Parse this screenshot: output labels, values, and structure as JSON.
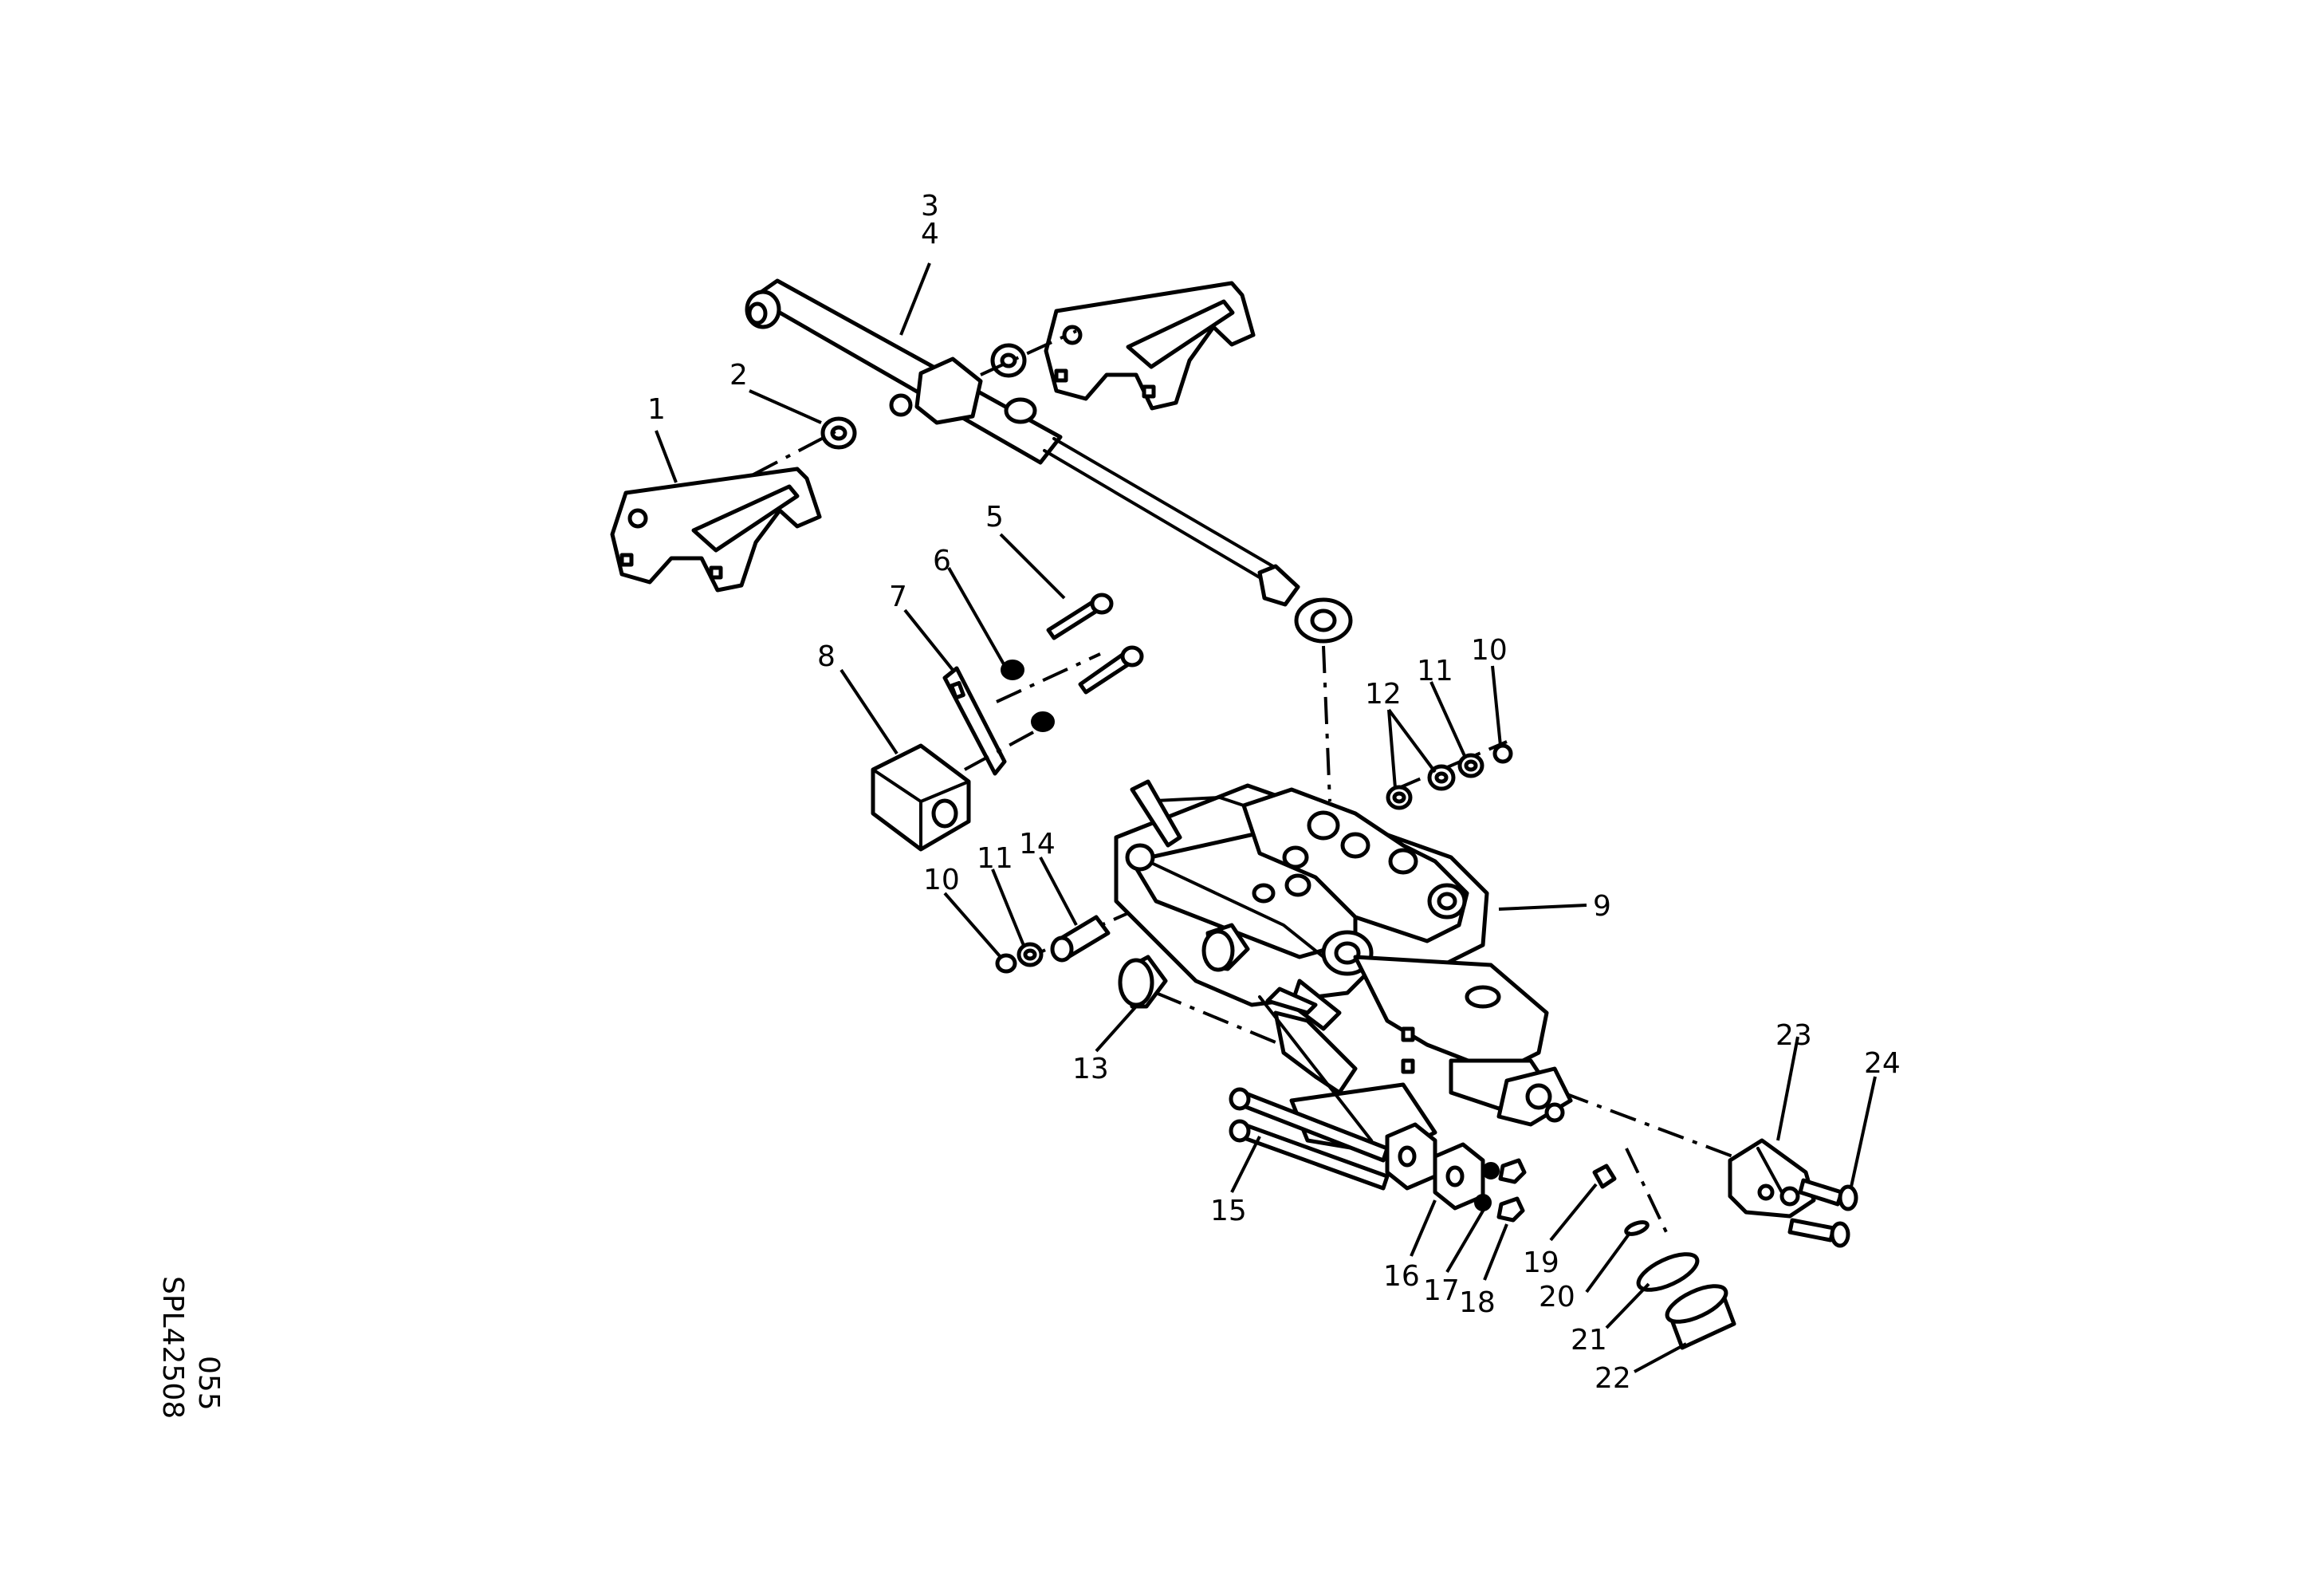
{
  "callouts": [
    {
      "id": "c1",
      "label": "1"
    },
    {
      "id": "c2",
      "label": "2"
    },
    {
      "id": "c3",
      "label": "3"
    },
    {
      "id": "c4",
      "label": "4"
    },
    {
      "id": "c5",
      "label": "5"
    },
    {
      "id": "c6",
      "label": "6"
    },
    {
      "id": "c7",
      "label": "7"
    },
    {
      "id": "c8",
      "label": "8"
    },
    {
      "id": "c9",
      "label": "9"
    },
    {
      "id": "c10a",
      "label": "10"
    },
    {
      "id": "c10b",
      "label": "10"
    },
    {
      "id": "c11a",
      "label": "11"
    },
    {
      "id": "c11b",
      "label": "11"
    },
    {
      "id": "c12",
      "label": "12"
    },
    {
      "id": "c13",
      "label": "13"
    },
    {
      "id": "c14",
      "label": "14"
    },
    {
      "id": "c15",
      "label": "15"
    },
    {
      "id": "c16",
      "label": "16"
    },
    {
      "id": "c17",
      "label": "17"
    },
    {
      "id": "c18",
      "label": "18"
    },
    {
      "id": "c19",
      "label": "19"
    },
    {
      "id": "c20",
      "label": "20"
    },
    {
      "id": "c21",
      "label": "21"
    },
    {
      "id": "c22",
      "label": "22"
    },
    {
      "id": "c23",
      "label": "23"
    },
    {
      "id": "c24",
      "label": "24"
    }
  ],
  "side_codes": {
    "drawing_number": "SPL42508",
    "sheet": "055"
  }
}
